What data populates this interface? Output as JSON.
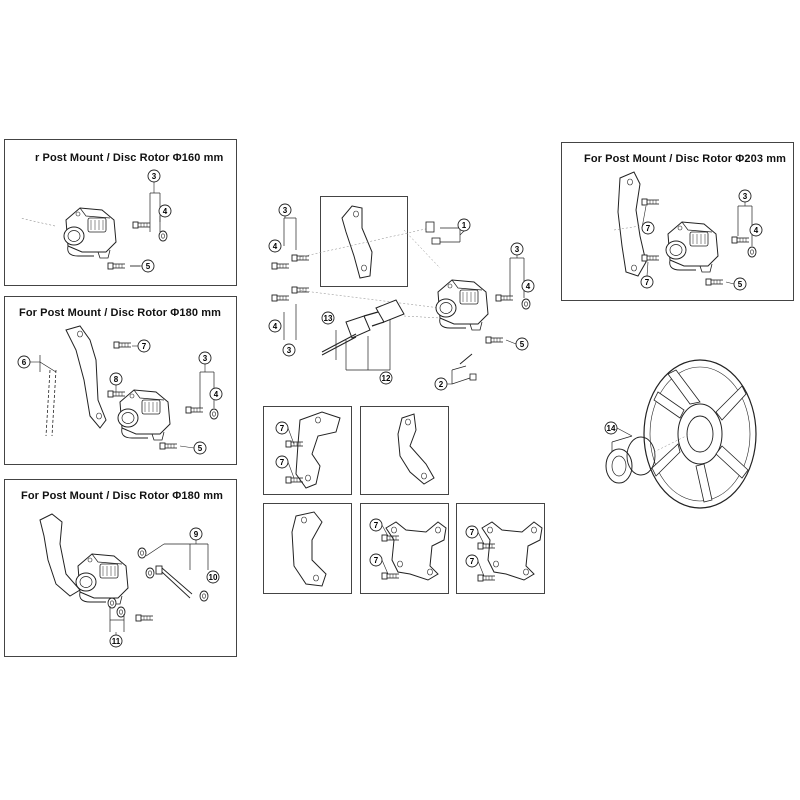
{
  "panels": {
    "pm160": {
      "title": "r Post Mount / Disc Rotor Φ160 mm"
    },
    "pm180a": {
      "title": "For Post Mount / Disc Rotor Φ180 mm"
    },
    "pm180b": {
      "title": "For Post Mount / Disc Rotor Φ180 mm"
    },
    "pm203": {
      "title": "For Post Mount / Disc Rotor Φ203 mm"
    }
  },
  "callouts": {
    "p1": "1",
    "p2": "2",
    "p3": "3",
    "p4": "4",
    "p5": "5",
    "p6": "6",
    "p7": "7",
    "p8": "8",
    "p9": "9",
    "p10": "10",
    "p11": "11",
    "p12": "12",
    "p13": "13",
    "p14": "14"
  }
}
